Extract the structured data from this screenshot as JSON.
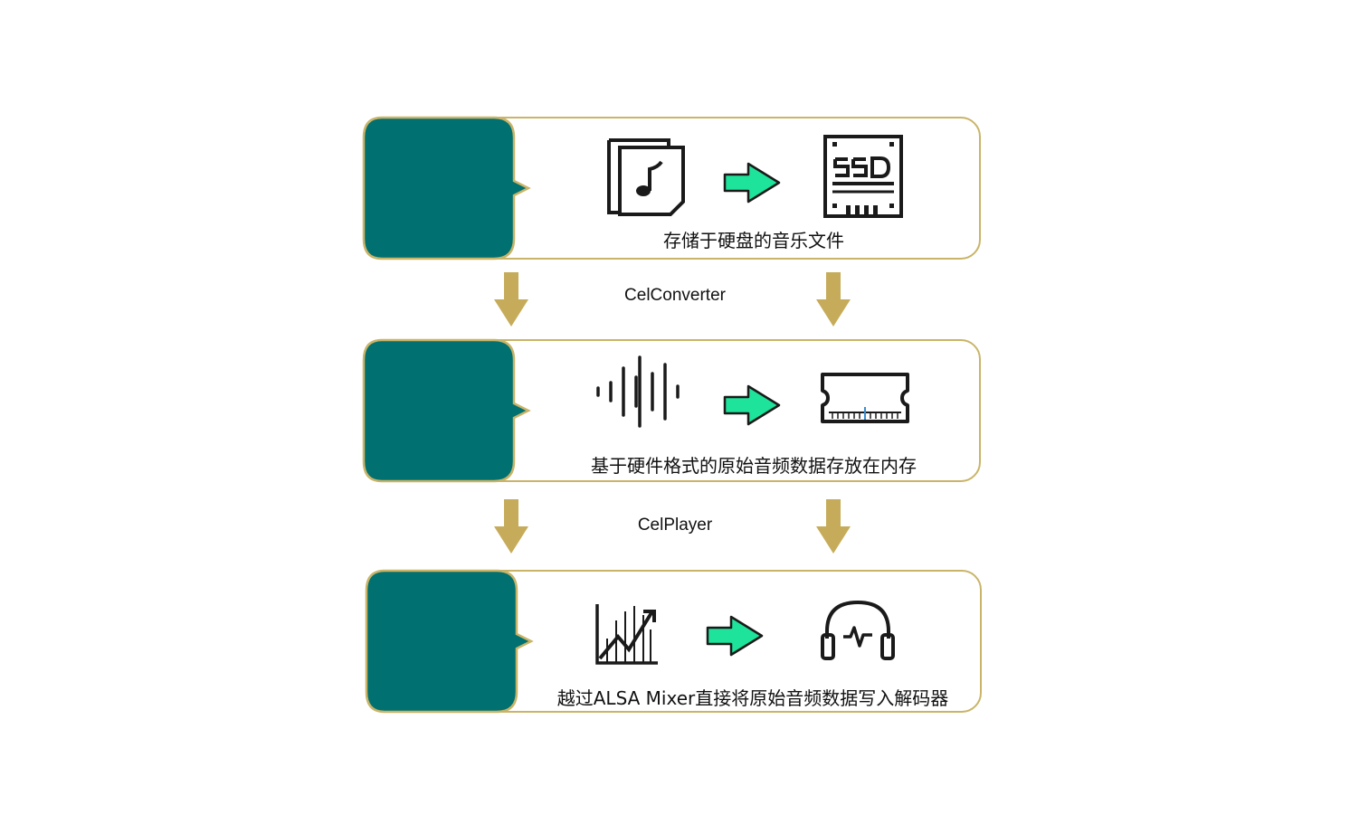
{
  "colors": {
    "bubble": "#017070",
    "panel_border": "#c9b468",
    "down_arrow": "#c6ac5a",
    "flow_arrow_fill": "#1ee39a",
    "icon_stroke": "#1a1a1a"
  },
  "panels": [
    {
      "caption": "存储于硬盘的音乐文件",
      "source_icon": "music-files-icon",
      "target_icon": "ssd-icon"
    },
    {
      "caption": "基于硬件格式的原始音频数据存放在内存",
      "source_icon": "audio-waveform-icon",
      "target_icon": "memory-module-icon"
    },
    {
      "caption": "越过ALSA Mixer直接将原始音频数据写入解码器",
      "source_icon": "rising-chart-icon",
      "target_icon": "headphones-icon"
    }
  ],
  "steps": [
    {
      "label": "CelConverter",
      "arrow_icon": "down-arrow-icon"
    },
    {
      "label": "CelPlayer",
      "arrow_icon": "down-arrow-icon"
    }
  ]
}
